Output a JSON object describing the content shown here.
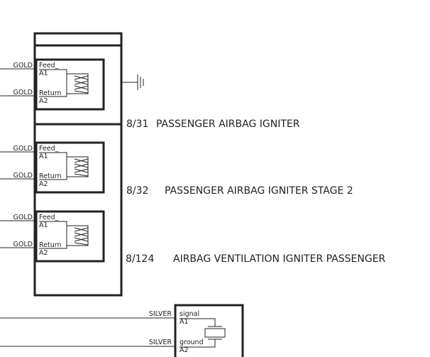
{
  "components": [
    {
      "ref": "8/31",
      "description": "PASSENGER AIRBAG IGNITER",
      "pins": [
        {
          "wire": "GOLD",
          "name": "Feed_",
          "pin": "A1"
        },
        {
          "wire": "GOLD",
          "name": "Return_",
          "pin": "A2"
        }
      ]
    },
    {
      "ref": "8/32",
      "description": "PASSENGER AIRBAG IGNITER STAGE 2",
      "pins": [
        {
          "wire": "GOLD",
          "name": "Feed_",
          "pin": "A1"
        },
        {
          "wire": "GOLD",
          "name": "Return_",
          "pin": "A2"
        }
      ]
    },
    {
      "ref": "8/124",
      "description": "AIRBAG VENTILATION IGNITER PASSENGER",
      "pins": [
        {
          "wire": "GOLD",
          "name": "Feed_",
          "pin": "A1"
        },
        {
          "wire": "GOLD",
          "name": "Return_",
          "pin": "A2"
        }
      ]
    }
  ],
  "sensor": {
    "pins": [
      {
        "wire": "SILVER",
        "name": "signal",
        "pin": "A1"
      },
      {
        "wire": "SILVER",
        "name": "ground",
        "pin": "A2"
      }
    ]
  }
}
